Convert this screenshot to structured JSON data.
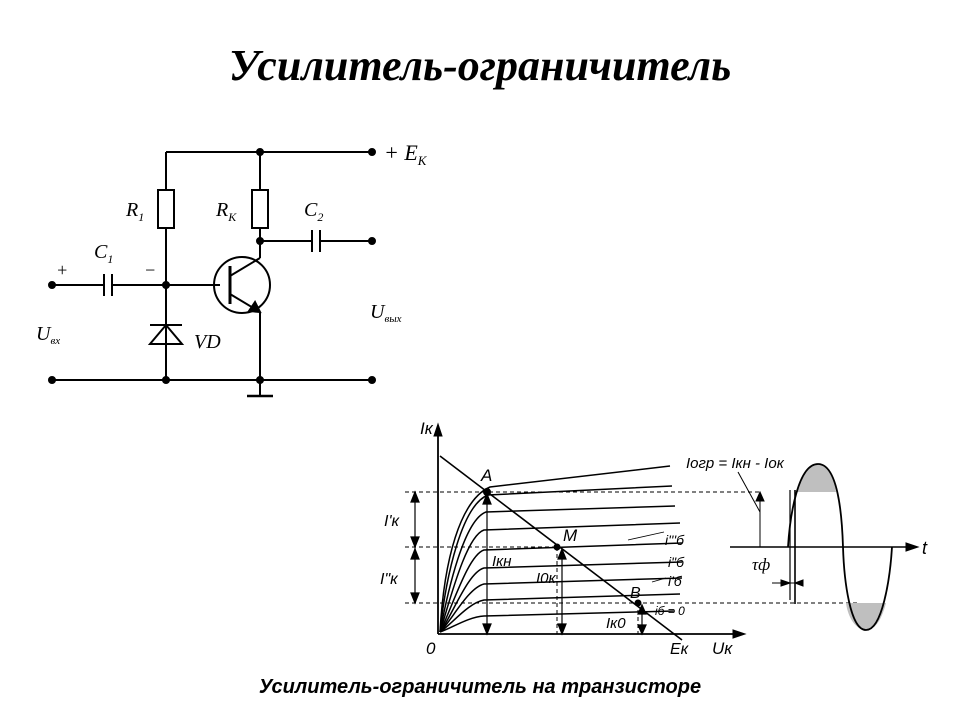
{
  "title": "Усилитель-ограничитель",
  "caption": "Усилитель-ограничитель на транзисторе",
  "circuit": {
    "supply": "+ E",
    "supply_sub": "К",
    "r1": "R",
    "r1_sub": "1",
    "rk": "R",
    "rk_sub": "К",
    "c1": "C",
    "c1_sub": "1",
    "c2": "C",
    "c2_sub": "2",
    "plus": "+",
    "minus": "−",
    "uin": "U",
    "uin_sub": "вх",
    "uout": "U",
    "uout_sub": "вых",
    "diode": "VD"
  },
  "graph": {
    "y_axis": "Iк",
    "x_axis": "Uк",
    "origin": "0",
    "ek": "Eк",
    "point_a": "A",
    "point_m": "M",
    "point_b": "B",
    "ikn": "Iкн",
    "i0k": "I0к",
    "ik0": "Iк0",
    "ik1": "I'к",
    "ik2": "I\"к",
    "ib3": "i'''б",
    "ib2": "i\"б",
    "ib1": "i'б",
    "ib0": "iб = 0",
    "iogr": "Iогр = Iкн - Iок",
    "t": "t",
    "tau": "τф"
  }
}
